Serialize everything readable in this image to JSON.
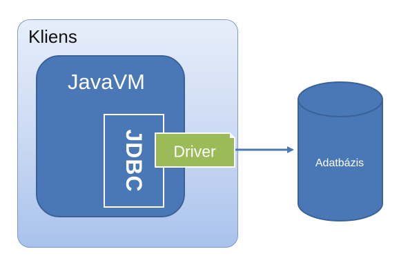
{
  "diagram": {
    "client": {
      "label": "Kliens"
    },
    "jvm": {
      "label": "JavaVM"
    },
    "jdbc": {
      "label": "JDBC"
    },
    "driver": {
      "label": "Driver"
    },
    "database": {
      "label": "Adatbázis"
    }
  },
  "colors": {
    "client_fill_top": "#e7eefa",
    "client_fill_bottom": "#a9c2ec",
    "jvm_fill": "#4a78b6",
    "driver_fill": "#9bbb59",
    "database_fill": "#4a78b6",
    "arrow": "#4a78b6"
  }
}
